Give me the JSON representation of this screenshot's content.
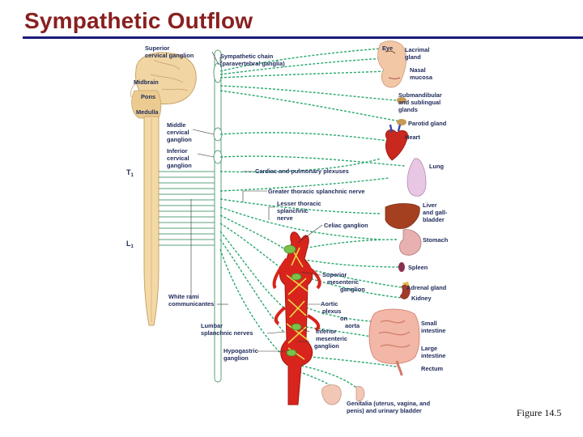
{
  "slide": {
    "title": "Sympathetic Outflow",
    "caption": "Figure 14.5"
  },
  "colors": {
    "title": "#8a1f1f",
    "rule": "#1a1a7a",
    "nerve": "#2aa86e",
    "label": "#1e2a5a",
    "spinal_cord": "#f3d9a6",
    "aorta": "#d8241c"
  },
  "labels": {
    "superior_cervical": [
      "Superior",
      "cervical ganglion"
    ],
    "sympathetic_chain": [
      "Sympathetic chain",
      "(paravertebral ganglia)"
    ],
    "midbrain": "Midbrain",
    "pons": "Pons",
    "medulla": "Medulla",
    "middle_cervical": [
      "Middle",
      "cervical",
      "ganglion"
    ],
    "inferior_cervical": [
      "Inferior",
      "cervical",
      "ganglion"
    ],
    "t1": "T",
    "t1_sub": "1",
    "l1": "L",
    "l1_sub": "1",
    "cardiac_plexuses": "Cardiac and pulmonary plexuses",
    "greater_splanchnic": "Greater thoracic splanchnic nerve",
    "lesser_splanchnic": [
      "Lesser thoracic",
      "splanchnic",
      "nerve"
    ],
    "celiac_ganglion": "Celiac ganglion",
    "superior_mesenteric": [
      "Superior",
      "mesenteric",
      "ganglion"
    ],
    "white_rami": [
      "White rami",
      "communicantes"
    ],
    "aortic_plexus": [
      "Aortic",
      "plexus",
      "on",
      "aorta"
    ],
    "lumbar_splanchnic": [
      "Lumbar",
      "splanchnic nerves"
    ],
    "inferior_mesenteric": [
      "Inferior",
      "mesenteric",
      "ganglion"
    ],
    "hypogastric": [
      "Hypogastric",
      "ganglion"
    ],
    "genitalia": [
      "Genitalia (uterus, vagina, and",
      "penis) and urinary bladder"
    ]
  },
  "organs": {
    "eye": "Eye",
    "lacrimal": [
      "Lacrimal",
      "gland"
    ],
    "nasal": [
      "Nasal",
      "mucosa"
    ],
    "submandibular": [
      "Submandibular",
      "and sublingual",
      "glands"
    ],
    "parotid": "Parotid gland",
    "heart": "Heart",
    "lung": "Lung",
    "liver": [
      "Liver",
      "and gall-",
      "bladder"
    ],
    "stomach": "Stomach",
    "spleen": "Spleen",
    "adrenal": "Adrenal gland",
    "kidney": "Kidney",
    "small_intestine": [
      "Small",
      "intestine"
    ],
    "large_intestine": [
      "Large",
      "intestine"
    ],
    "rectum": "Rectum"
  }
}
